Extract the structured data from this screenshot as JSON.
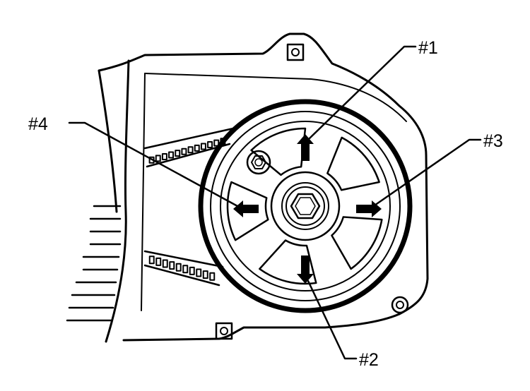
{
  "callouts": {
    "c1": "#1",
    "c2": "#2",
    "c3": "#3",
    "c4": "#4"
  },
  "colors": {
    "line": "#000000",
    "background": "#ffffff"
  }
}
